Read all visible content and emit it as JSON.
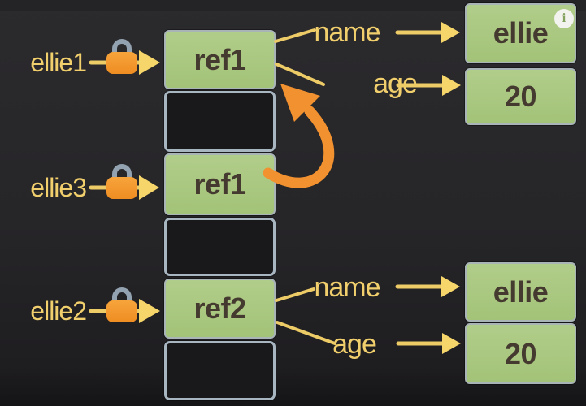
{
  "diagram": {
    "variables": [
      {
        "label": "ellie1"
      },
      {
        "label": "ellie3"
      },
      {
        "label": "ellie2"
      }
    ],
    "stack": {
      "rows": [
        {
          "value": "ref1",
          "filled": true
        },
        {
          "value": "",
          "filled": false
        },
        {
          "value": "ref1",
          "filled": true
        },
        {
          "value": "",
          "filled": false
        },
        {
          "value": "ref2",
          "filled": true
        },
        {
          "value": "",
          "filled": false
        }
      ]
    },
    "objects": [
      {
        "fields": [
          {
            "key": "name",
            "value": "ellie"
          },
          {
            "key": "age",
            "value": "20"
          }
        ]
      },
      {
        "fields": [
          {
            "key": "name",
            "value": "ellie"
          },
          {
            "key": "age",
            "value": "20"
          }
        ]
      }
    ],
    "info_icon": {
      "glyph": "i"
    }
  },
  "colors": {
    "background_top": "#2b2a2d",
    "background_mid": "#262528",
    "background_bottom": "#1c1b1e",
    "box_green": "#a3c378",
    "box_green_light": "#b1cd8a",
    "box_border": "#a9b4b6",
    "box_text": "#453a30",
    "empty_box_fill": "#19181a",
    "empty_box_border": "#a8b6c2",
    "label_yellow": "#f1cf6d",
    "line_yellow": "#edcb67",
    "arrow_yellow": "#f6d66b",
    "lock_orange": "#ee8d22",
    "lock_orange_light": "#f7a43c",
    "lock_shackle": "#93a2b0",
    "curve_orange": "#f2912f",
    "info_bg": "#f2f2ee",
    "info_fg": "#83a25d"
  }
}
